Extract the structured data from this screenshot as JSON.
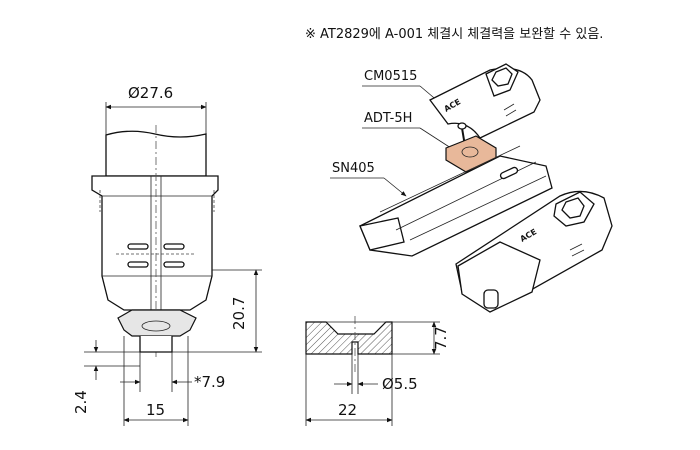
{
  "note": "※ AT2829에 A-001 체결시 체결력을 보완할 수 있음.",
  "callouts": {
    "cm0515": "CM0515",
    "adt5h": "ADT-5H",
    "sn405": "SN405"
  },
  "brand": "ACE",
  "dimensions": {
    "diameter_top": "Ø27.6",
    "height_20_7": "20.7",
    "height_2_4": "2.4",
    "width_15": "15",
    "star_7_9": "*7.9",
    "height_7_7": "7.7",
    "diameter_5_5": "Ø5.5",
    "width_22": "22"
  },
  "colors": {
    "line": "#111111",
    "washer_fill": "#e8b89a",
    "hatch": "#444444"
  }
}
